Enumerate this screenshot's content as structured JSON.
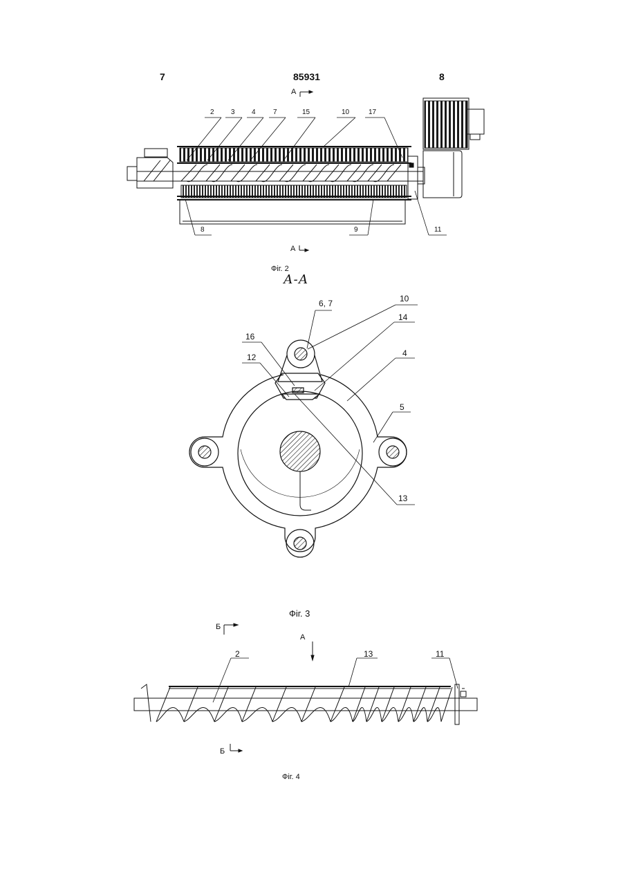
{
  "header": {
    "page_left": "7",
    "patent_number": "85931",
    "page_right": "8"
  },
  "fig2": {
    "caption": "Фіг. 2",
    "section_top": "А",
    "section_bottom": "А",
    "labels": {
      "l2": "2",
      "l3": "3",
      "l4": "4",
      "l7": "7",
      "l15": "15",
      "l10": "10",
      "l17": "17",
      "l8": "8",
      "l9": "9",
      "l11": "11"
    }
  },
  "fig3": {
    "section_title": "А-А",
    "caption": "Фіг. 3",
    "labels": {
      "l6_7": "6, 7",
      "l10": "10",
      "l14": "14",
      "l16": "16",
      "l12": "12",
      "l4": "4",
      "l5": "5",
      "l13": "13"
    }
  },
  "fig4": {
    "caption": "Фіг. 4",
    "section_top": "Б",
    "section_bottom": "Б",
    "view_arrow": "А",
    "labels": {
      "l2": "2",
      "l13": "13",
      "l11": "11"
    }
  }
}
